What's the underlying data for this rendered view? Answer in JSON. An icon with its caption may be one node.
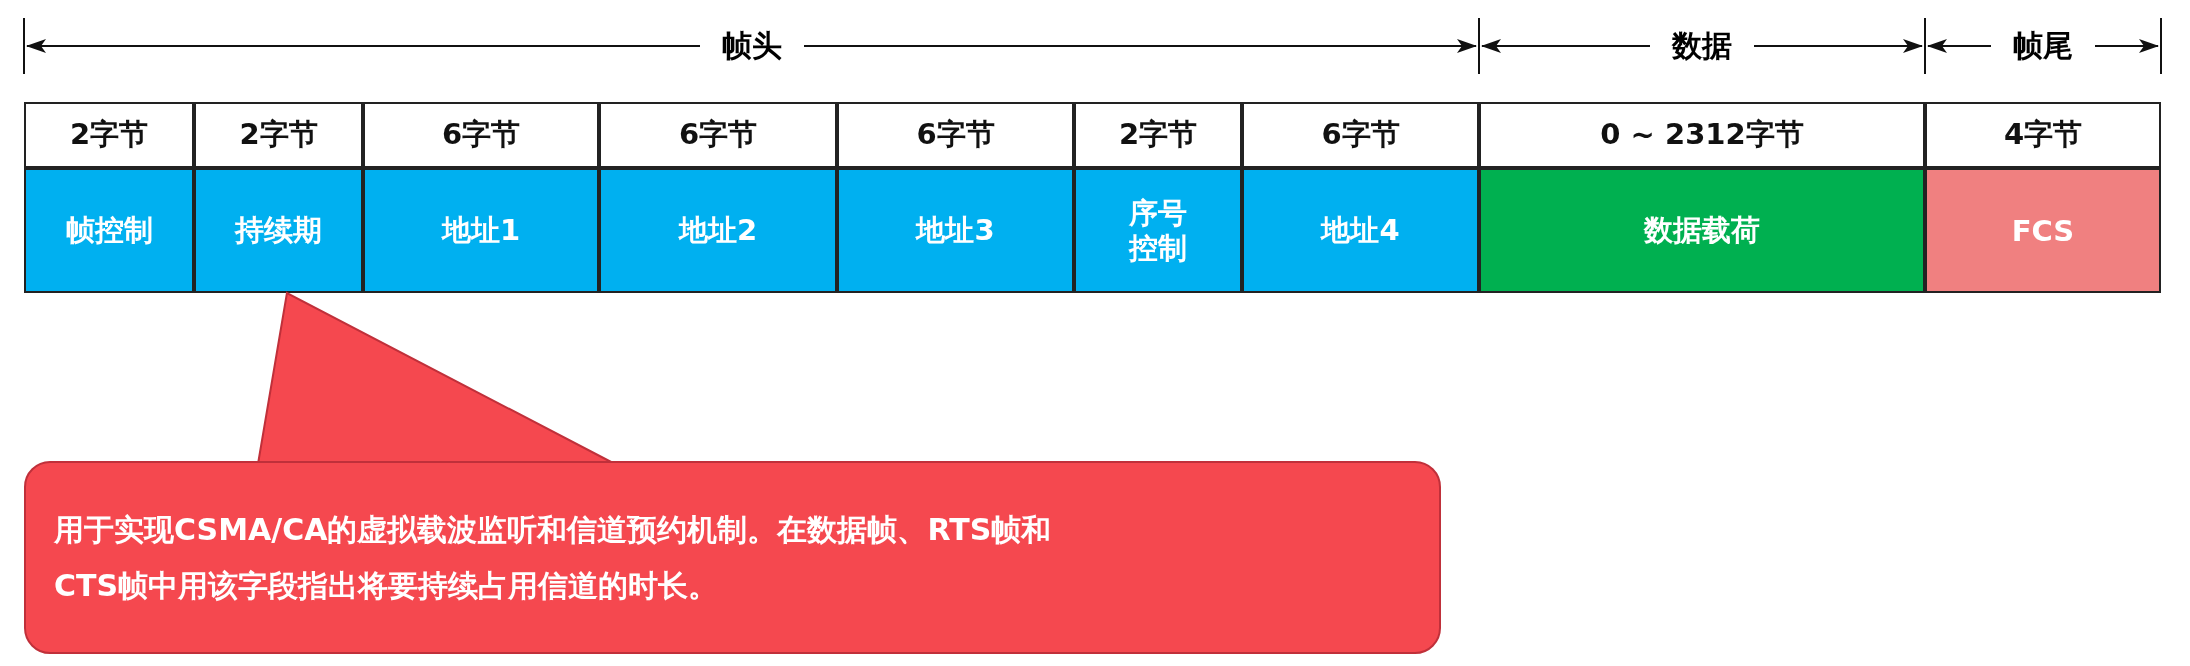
{
  "diagram": {
    "nodes": [
      {
        "text": [
          "2字节"
        ]
      },
      {
        "text": [
          "2字节"
        ]
      },
      {
        "text": [
          "6字节"
        ]
      },
      {
        "text": [
          "6字节"
        ]
      },
      {
        "text": [
          "6字节"
        ]
      },
      {
        "text": [
          "2字节"
        ]
      },
      {
        "text": [
          "6字节"
        ]
      },
      {
        "text": [
          "0 ~ 2312字节"
        ]
      },
      {
        "text": [
          "4字节"
        ]
      },
      {
        "text": [
          "帧控制"
        ]
      },
      {
        "text": [
          "持续期"
        ]
      },
      {
        "text": [
          "地址1"
        ]
      },
      {
        "text": [
          "地址2"
        ]
      },
      {
        "text": [
          "地址3"
        ]
      },
      {
        "text": [
          "序号控制"
        ]
      },
      {
        "text": [
          "地址4"
        ]
      },
      {
        "text": [
          "数据载荷"
        ]
      },
      {
        "text": [
          "FCS"
        ]
      },
      {
        "text": [
          "用于实现CSMA/CA的虚拟载波监听和信道预约机制。在数据帧、RTS帧和CTS帧中用该字段指出将要持续占用信道的时长。"
        ]
      }
    ],
    "edges": [
      {
        "from": 18,
        "to": 10,
        "arrow": "none"
      }
    ],
    "labels": [
      "帧头",
      "数据",
      "帧尾"
    ]
  }
}
